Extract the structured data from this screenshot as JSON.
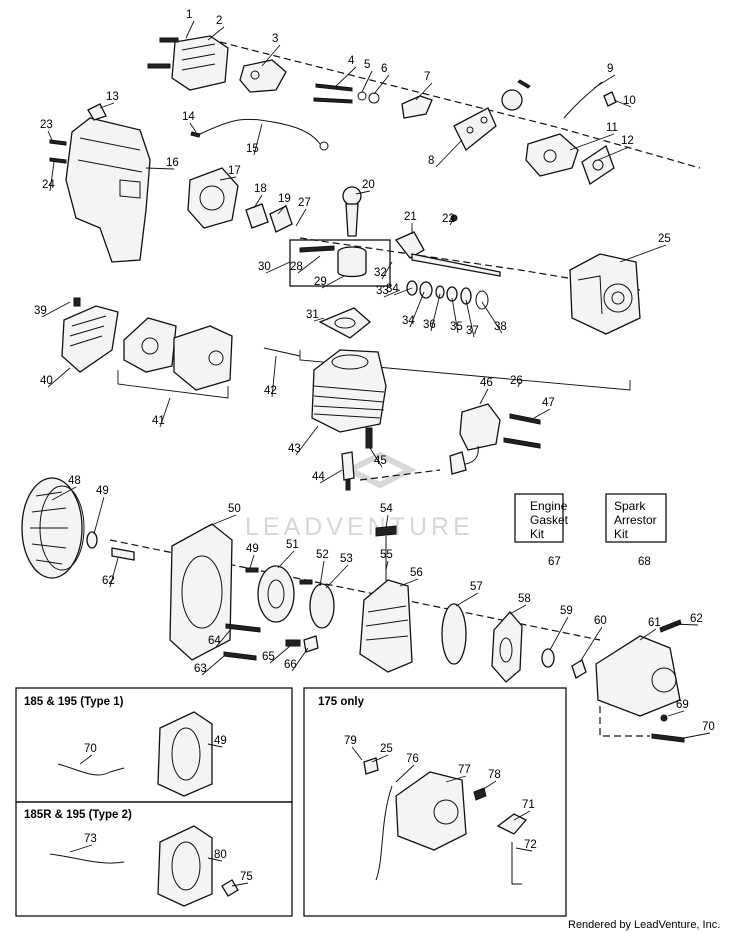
{
  "watermark": "LEADVENTURE",
  "credit": "Rendered by LeadVenture, Inc.",
  "kits": [
    {
      "lines": [
        "Engine",
        "Gasket",
        "Kit"
      ],
      "number": "67"
    },
    {
      "lines": [
        "Spark",
        "Arrestor",
        "Kit"
      ],
      "number": "68"
    }
  ],
  "insets": [
    {
      "title": "185 & 195 (Type 1)"
    },
    {
      "title": "185R & 195 (Type 2)"
    },
    {
      "title": "175 only"
    }
  ],
  "callouts": [
    "1",
    "2",
    "3",
    "4",
    "5",
    "6",
    "7",
    "8",
    "9",
    "10",
    "11",
    "12",
    "13",
    "14",
    "15",
    "16",
    "17",
    "18",
    "19",
    "20",
    "21",
    "22",
    "23",
    "24",
    "25",
    "26",
    "27",
    "28",
    "29",
    "30",
    "31",
    "32",
    "33",
    "34",
    "34",
    "35",
    "36",
    "37",
    "38",
    "39",
    "40",
    "41",
    "42",
    "43",
    "44",
    "45",
    "46",
    "47",
    "48",
    "49",
    "50",
    "51",
    "52",
    "53",
    "54",
    "55",
    "56",
    "57",
    "58",
    "59",
    "60",
    "61",
    "62",
    "62",
    "63",
    "64",
    "65",
    "66",
    "69",
    "70",
    "49",
    "70",
    "49",
    "73",
    "80",
    "75",
    "79",
    "25",
    "76",
    "77",
    "78",
    "71",
    "72"
  ]
}
